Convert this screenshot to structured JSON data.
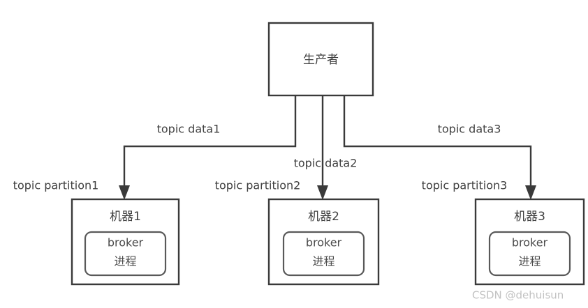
{
  "diagram": {
    "title": "Kafka producer to broker topology",
    "colors": {
      "background": "#ffffff",
      "box_stroke": "#3a3a3a",
      "inner_stroke": "#595959",
      "text": "#3f3f3f",
      "watermark": "#c2c2c2"
    },
    "producer": {
      "label": "生产者"
    },
    "machines": [
      {
        "label": "机器1",
        "process_line1": "broker",
        "process_line2": "进程"
      },
      {
        "label": "机器2",
        "process_line1": "broker",
        "process_line2": "进程"
      },
      {
        "label": "机器3",
        "process_line1": "broker",
        "process_line2": "进程"
      }
    ],
    "edges": [
      {
        "data_label": "topic data1",
        "partition_label": "topic partition1"
      },
      {
        "data_label": "topic data2",
        "partition_label": "topic partition2"
      },
      {
        "data_label": "topic data3",
        "partition_label": "topic partition3"
      }
    ],
    "watermark": "CSDN @dehuisun"
  }
}
